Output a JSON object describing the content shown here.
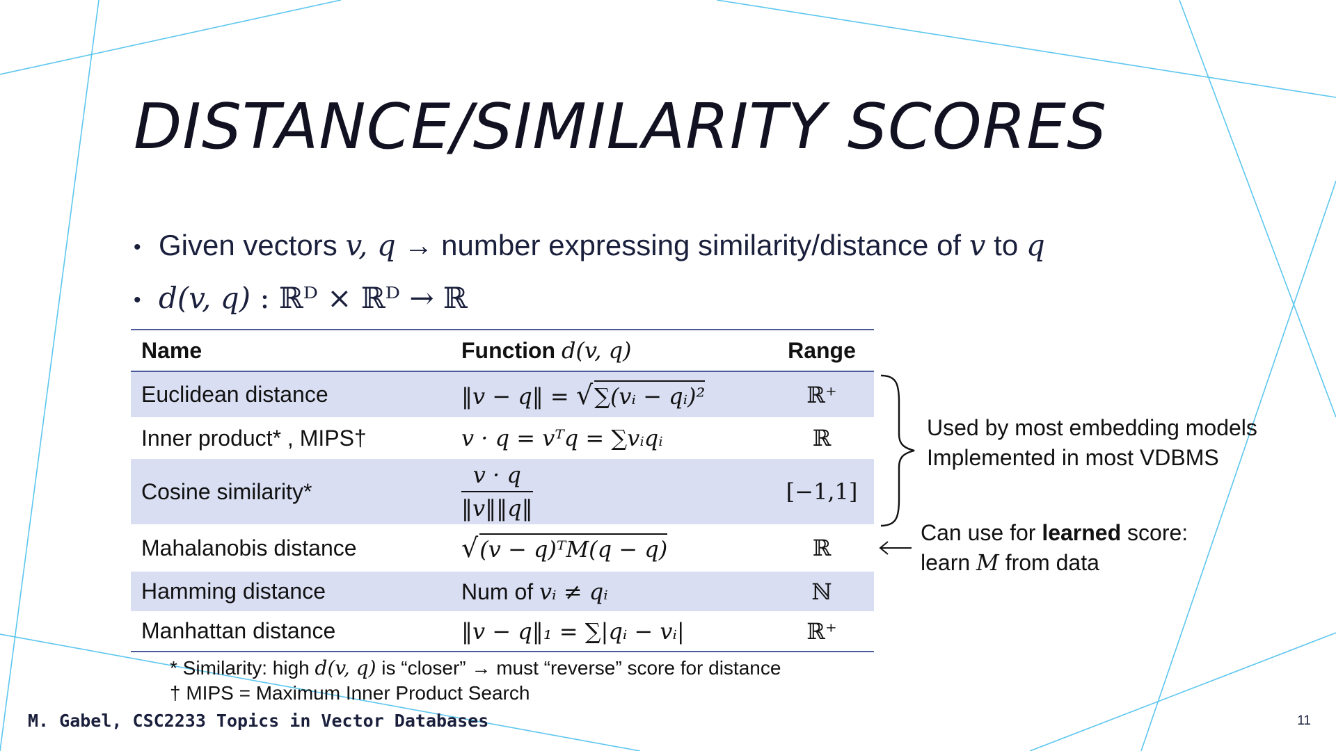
{
  "slide": {
    "title": "DISTANCE/SIMILARITY SCORES",
    "bullet1": {
      "text_a": "Given vectors ",
      "math_a": "v, q",
      "arrow": "→",
      "text_b": " number expressing similarity/distance of ",
      "math_b": "v",
      "text_c": " to ",
      "math_c": "q"
    },
    "bullet2": {
      "math": "d(v, q)",
      "rest": " : ℝᴰ × ℝᴰ → ℝ"
    },
    "table": {
      "headers": {
        "name": "Name",
        "function_label": "Function ",
        "function_math": "d(v, q)",
        "range": "Range"
      },
      "rows": [
        {
          "name": "Euclidean distance",
          "range": "ℝ⁺"
        },
        {
          "name": "Inner product* , MIPS†",
          "range": "ℝ"
        },
        {
          "name": "Cosine similarity*",
          "range": "[−1,1]"
        },
        {
          "name": "Mahalanobis distance",
          "range": "ℝ"
        },
        {
          "name": "Hamming distance",
          "range": "ℕ"
        },
        {
          "name": "Manhattan distance",
          "range": "ℝ⁺"
        }
      ],
      "formulas": {
        "euclidean_a": "‖v − q‖ = ",
        "euclidean_b": "∑(vᵢ − qᵢ)²",
        "inner": "v · q = vᵀq = ∑vᵢqᵢ",
        "cosine_num": "v · q",
        "cosine_den": "‖v‖‖q‖",
        "mahalanobis": "(v − q)ᵀM(q − q)",
        "hamming_a": "Num of ",
        "hamming_b": "vᵢ ≠ qᵢ",
        "manhattan": "‖v − q‖₁ = ∑|qᵢ − vᵢ|"
      }
    },
    "notes": {
      "embedding_line1": "Used by most embedding models",
      "embedding_line2": "Implemented in most VDBMS",
      "learned_a": "Can use for ",
      "learned_bold": "learned",
      "learned_b": " score:",
      "learned_line2_a": "learn ",
      "learned_line2_m": "M",
      "learned_line2_b": " from data"
    },
    "footnotes": {
      "similarity_a": "* Similarity: high ",
      "similarity_m": "d(v, q)",
      "similarity_b": " is “closer” → must “reverse” score for distance",
      "mips": "† MIPS = Maximum Inner Product Search"
    },
    "footer": "M. Gabel, CSC2233 Topics in Vector Databases",
    "page_number": "11",
    "colors": {
      "accent_line": "#5cc6ee",
      "table_rule": "#4a5a9c",
      "row_shade": "#d9def3"
    }
  }
}
